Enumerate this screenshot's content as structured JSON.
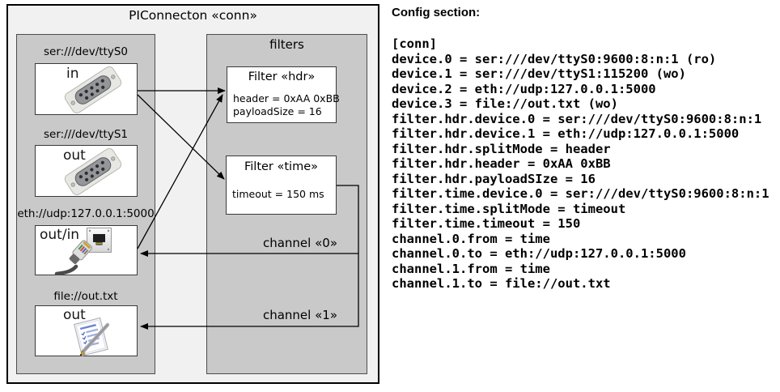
{
  "diagram": {
    "title": "PIConnecton «conn»",
    "filters_group_title": "filters",
    "devices": [
      {
        "url": "ser:///dev/ttyS0",
        "direction": "in",
        "icon": "serial-connector-icon"
      },
      {
        "url": "ser:///dev/ttyS1",
        "direction": "out",
        "icon": "serial-connector-icon"
      },
      {
        "url": "eth://udp:127.0.0.1:5000",
        "direction": "out/in",
        "icon": "ethernet-connector-icon"
      },
      {
        "url": "file://out.txt",
        "direction": "out",
        "icon": "notepad-pen-icon"
      }
    ],
    "filters": [
      {
        "title": "Filter «hdr»",
        "attributes": [
          "header = 0xAA 0xBB",
          "payloadSize = 16"
        ]
      },
      {
        "title": "Filter «time»",
        "attributes": [
          "timeout = 150 ms"
        ]
      }
    ],
    "channels": [
      {
        "label": "channel «0»"
      },
      {
        "label": "channel «1»"
      }
    ],
    "colors": {
      "outer_bg": "#f1f1f1",
      "container_bg": "#c9c9c9",
      "box_bg": "#ffffff",
      "line": "#000000"
    }
  },
  "config": {
    "heading": "Config section:",
    "lines": [
      "[conn]",
      "device.0 = ser:///dev/ttyS0:9600:8:n:1 (ro)",
      "device.1 = ser:///dev/ttyS1:115200 (wo)",
      "device.2 = eth://udp:127.0.0.1:5000",
      "device.3 = file://out.txt (wo)",
      "filter.hdr.device.0 = ser:///dev/ttyS0:9600:8:n:1",
      "filter.hdr.device.1 = eth://udp:127.0.0.1:5000",
      "filter.hdr.splitMode = header",
      "filter.hdr.header = 0xAA 0xBB",
      "filter.hdr.payloadSIze = 16",
      "filter.time.device.0 = ser:///dev/ttyS0:9600:8:n:1",
      "filter.time.splitMode = timeout",
      "filter.time.timeout = 150",
      "channel.0.from = time",
      "channel.0.to = eth://udp:127.0.0.1:5000",
      "channel.1.from = time",
      "channel.1.to = file://out.txt"
    ]
  }
}
